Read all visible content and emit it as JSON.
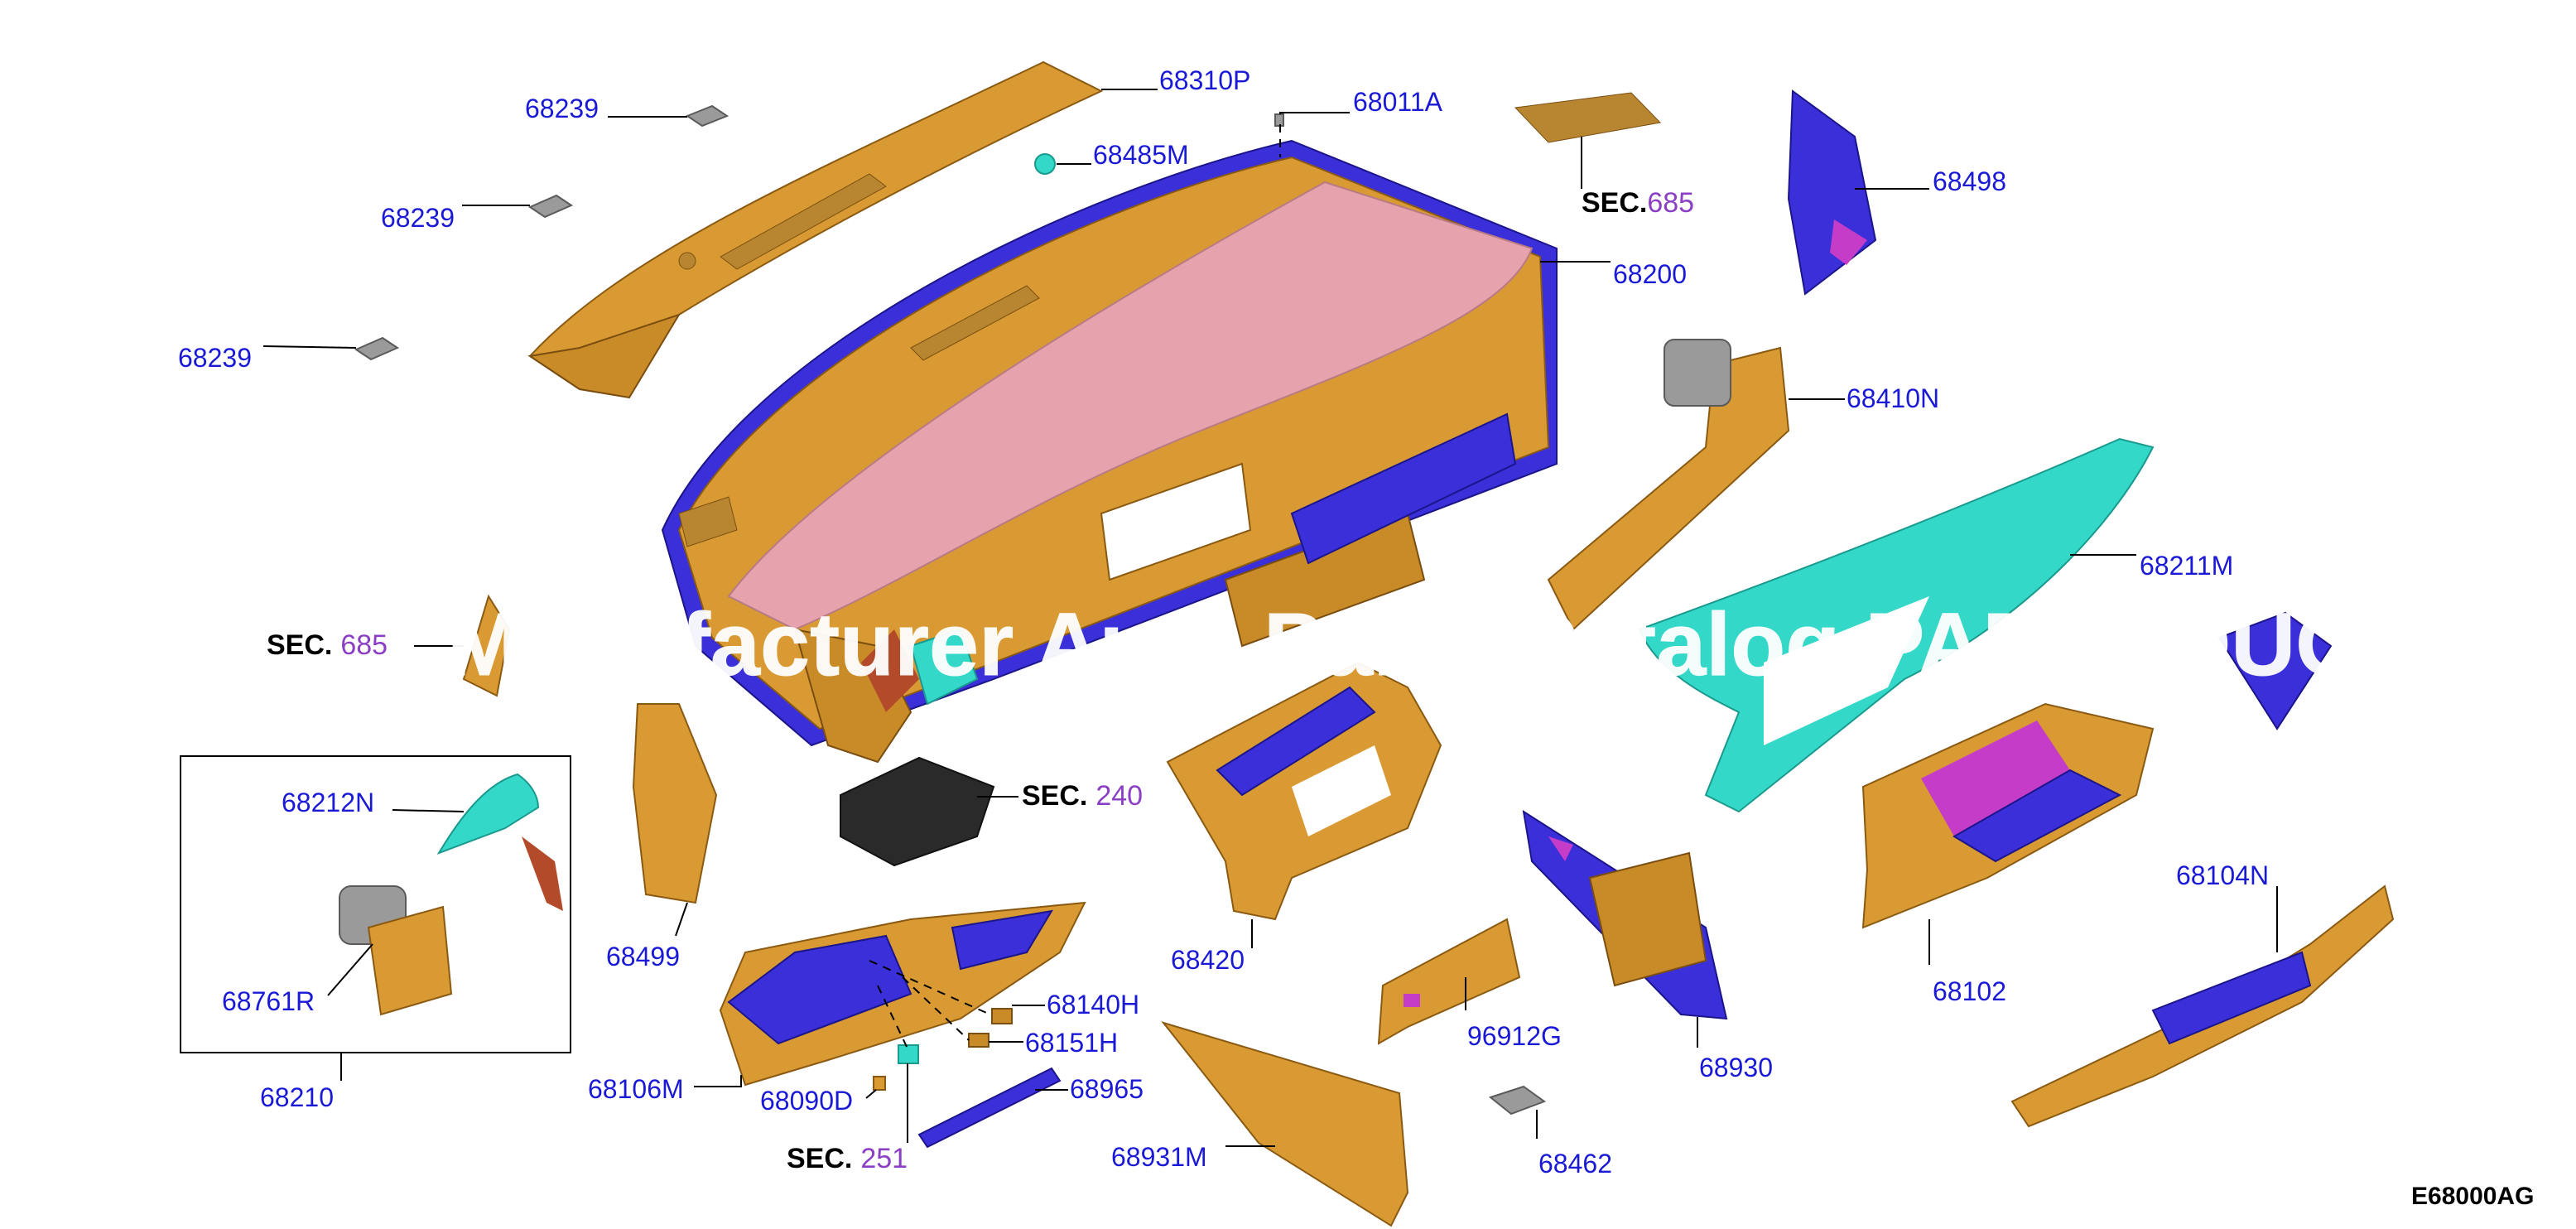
{
  "diagram": {
    "code": "E68000AG",
    "watermark": "Manufacturer Auto Parts Catalog PARTSOUQ.",
    "part_labels": [
      "68239",
      "68239",
      "68239",
      "68310P",
      "68011A",
      "68485M",
      "68498",
      "68200",
      "68410N",
      "68211M",
      "68212N",
      "68761R",
      "68210",
      "68499",
      "68420",
      "68106M",
      "68090D",
      "68140H",
      "68151H",
      "68965",
      "68931M",
      "96912G",
      "68462",
      "68930",
      "68102",
      "68104N"
    ],
    "section_refs": [
      {
        "prefix": "SEC.",
        "num": "685"
      },
      {
        "prefix": "SEC.",
        "num": "240"
      },
      {
        "prefix": "SEC.",
        "num": "251"
      },
      {
        "prefix": "SEC.",
        "num": "685"
      }
    ],
    "colors": {
      "label": "#1a1ad6",
      "section_number": "#8a3fc4",
      "panel_orange": "#d99a33",
      "panel_blue": "#3a2fd8",
      "panel_pink": "#e7a3ad",
      "panel_cyan": "#33d8c8"
    }
  }
}
